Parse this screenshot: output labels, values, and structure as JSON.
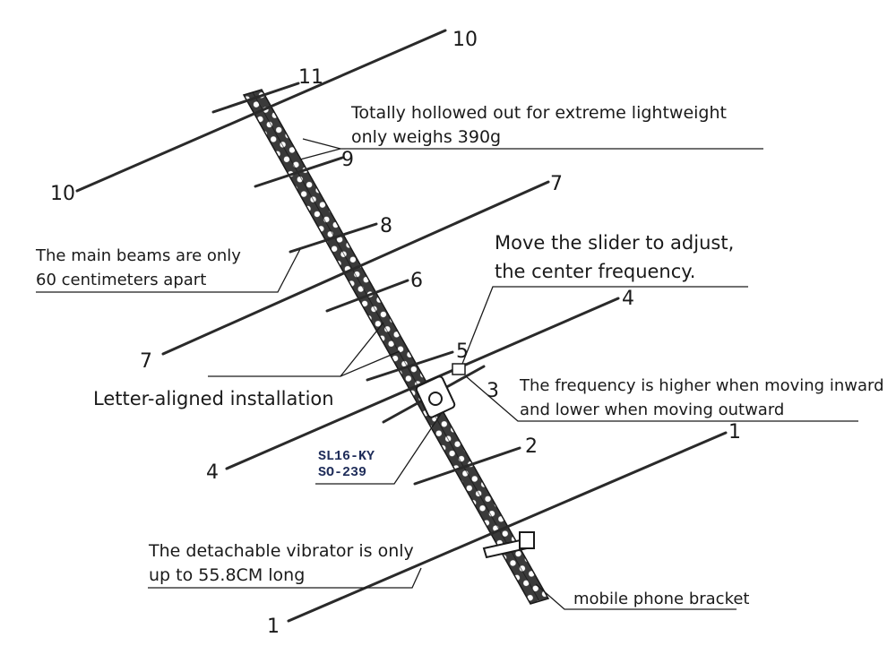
{
  "callouts": {
    "lightweight_1": "Totally hollowed out for extreme lightweight",
    "lightweight_2": "only weighs 390g",
    "beams_1": "The main beams are only",
    "beams_2": "60 centimeters apart",
    "slider_1": "Move the slider to adjust,",
    "slider_2": "the center frequency.",
    "installation": "Letter-aligned installation",
    "frequency_1": "The frequency is higher when moving inward",
    "frequency_2": "and lower when moving outward",
    "connector_1": "SL16-KY",
    "connector_2": "SO-239",
    "vibrator_1": "The detachable vibrator is only",
    "vibrator_2": "up to 55.8CM long",
    "bracket": "mobile phone bracket"
  },
  "element_numbers": {
    "n10_top": "10",
    "n11": "11",
    "n9": "9",
    "n10_left": "10",
    "n7_right": "7",
    "n8": "8",
    "n6": "6",
    "n4_right": "4",
    "n7_left": "7",
    "n5": "5",
    "n3": "3",
    "n1_right": "1",
    "n2": "2",
    "n4_left": "4",
    "n1_left": "1"
  },
  "colors": {
    "ink": "#1a1a1a",
    "connector_text": "#1f2d5a"
  }
}
